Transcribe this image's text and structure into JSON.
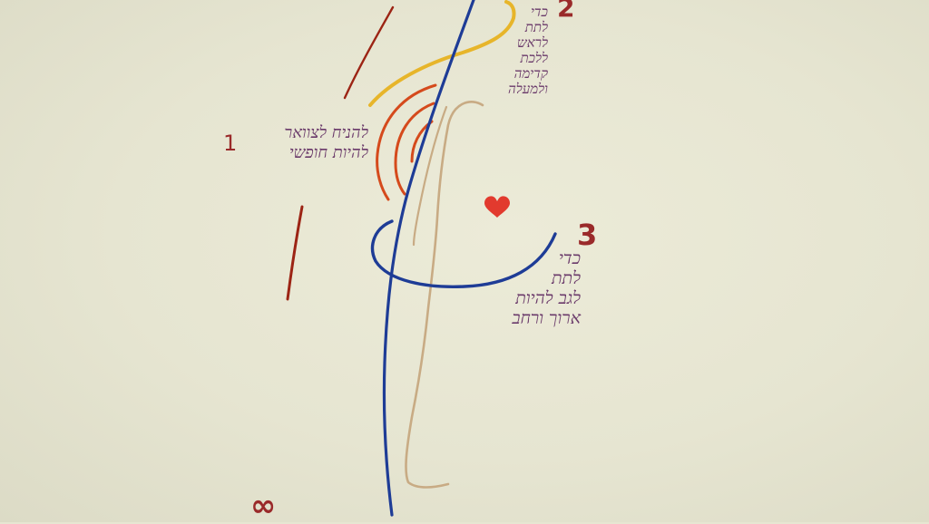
{
  "colors": {
    "paper": "#e7e6d2",
    "spine_blue": "#1e3c96",
    "body_outline_tan": "#c8ab84",
    "orange_red": "#d54a1c",
    "dark_red": "#9c2414",
    "yellow": "#e7b52a",
    "heart_red": "#e23a2e",
    "note_purple": "#6a3a6a",
    "number_red": "#9a2a2a"
  },
  "annotations": {
    "label_1": {
      "number": "1",
      "lines": [
        "להניח לצוואר",
        "להיות חופשי"
      ]
    },
    "label_2": {
      "number": "2",
      "lines": [
        "כדי",
        "לתת",
        "לראש",
        "ללכת",
        "קדימה",
        "ולמעלה"
      ]
    },
    "label_3": {
      "number": "3",
      "lines": [
        "כדי",
        "לתת",
        "לגב להיות",
        "ארוך ורחב"
      ]
    },
    "infinity": "∞"
  },
  "icons": {
    "heart": "heart-icon"
  }
}
